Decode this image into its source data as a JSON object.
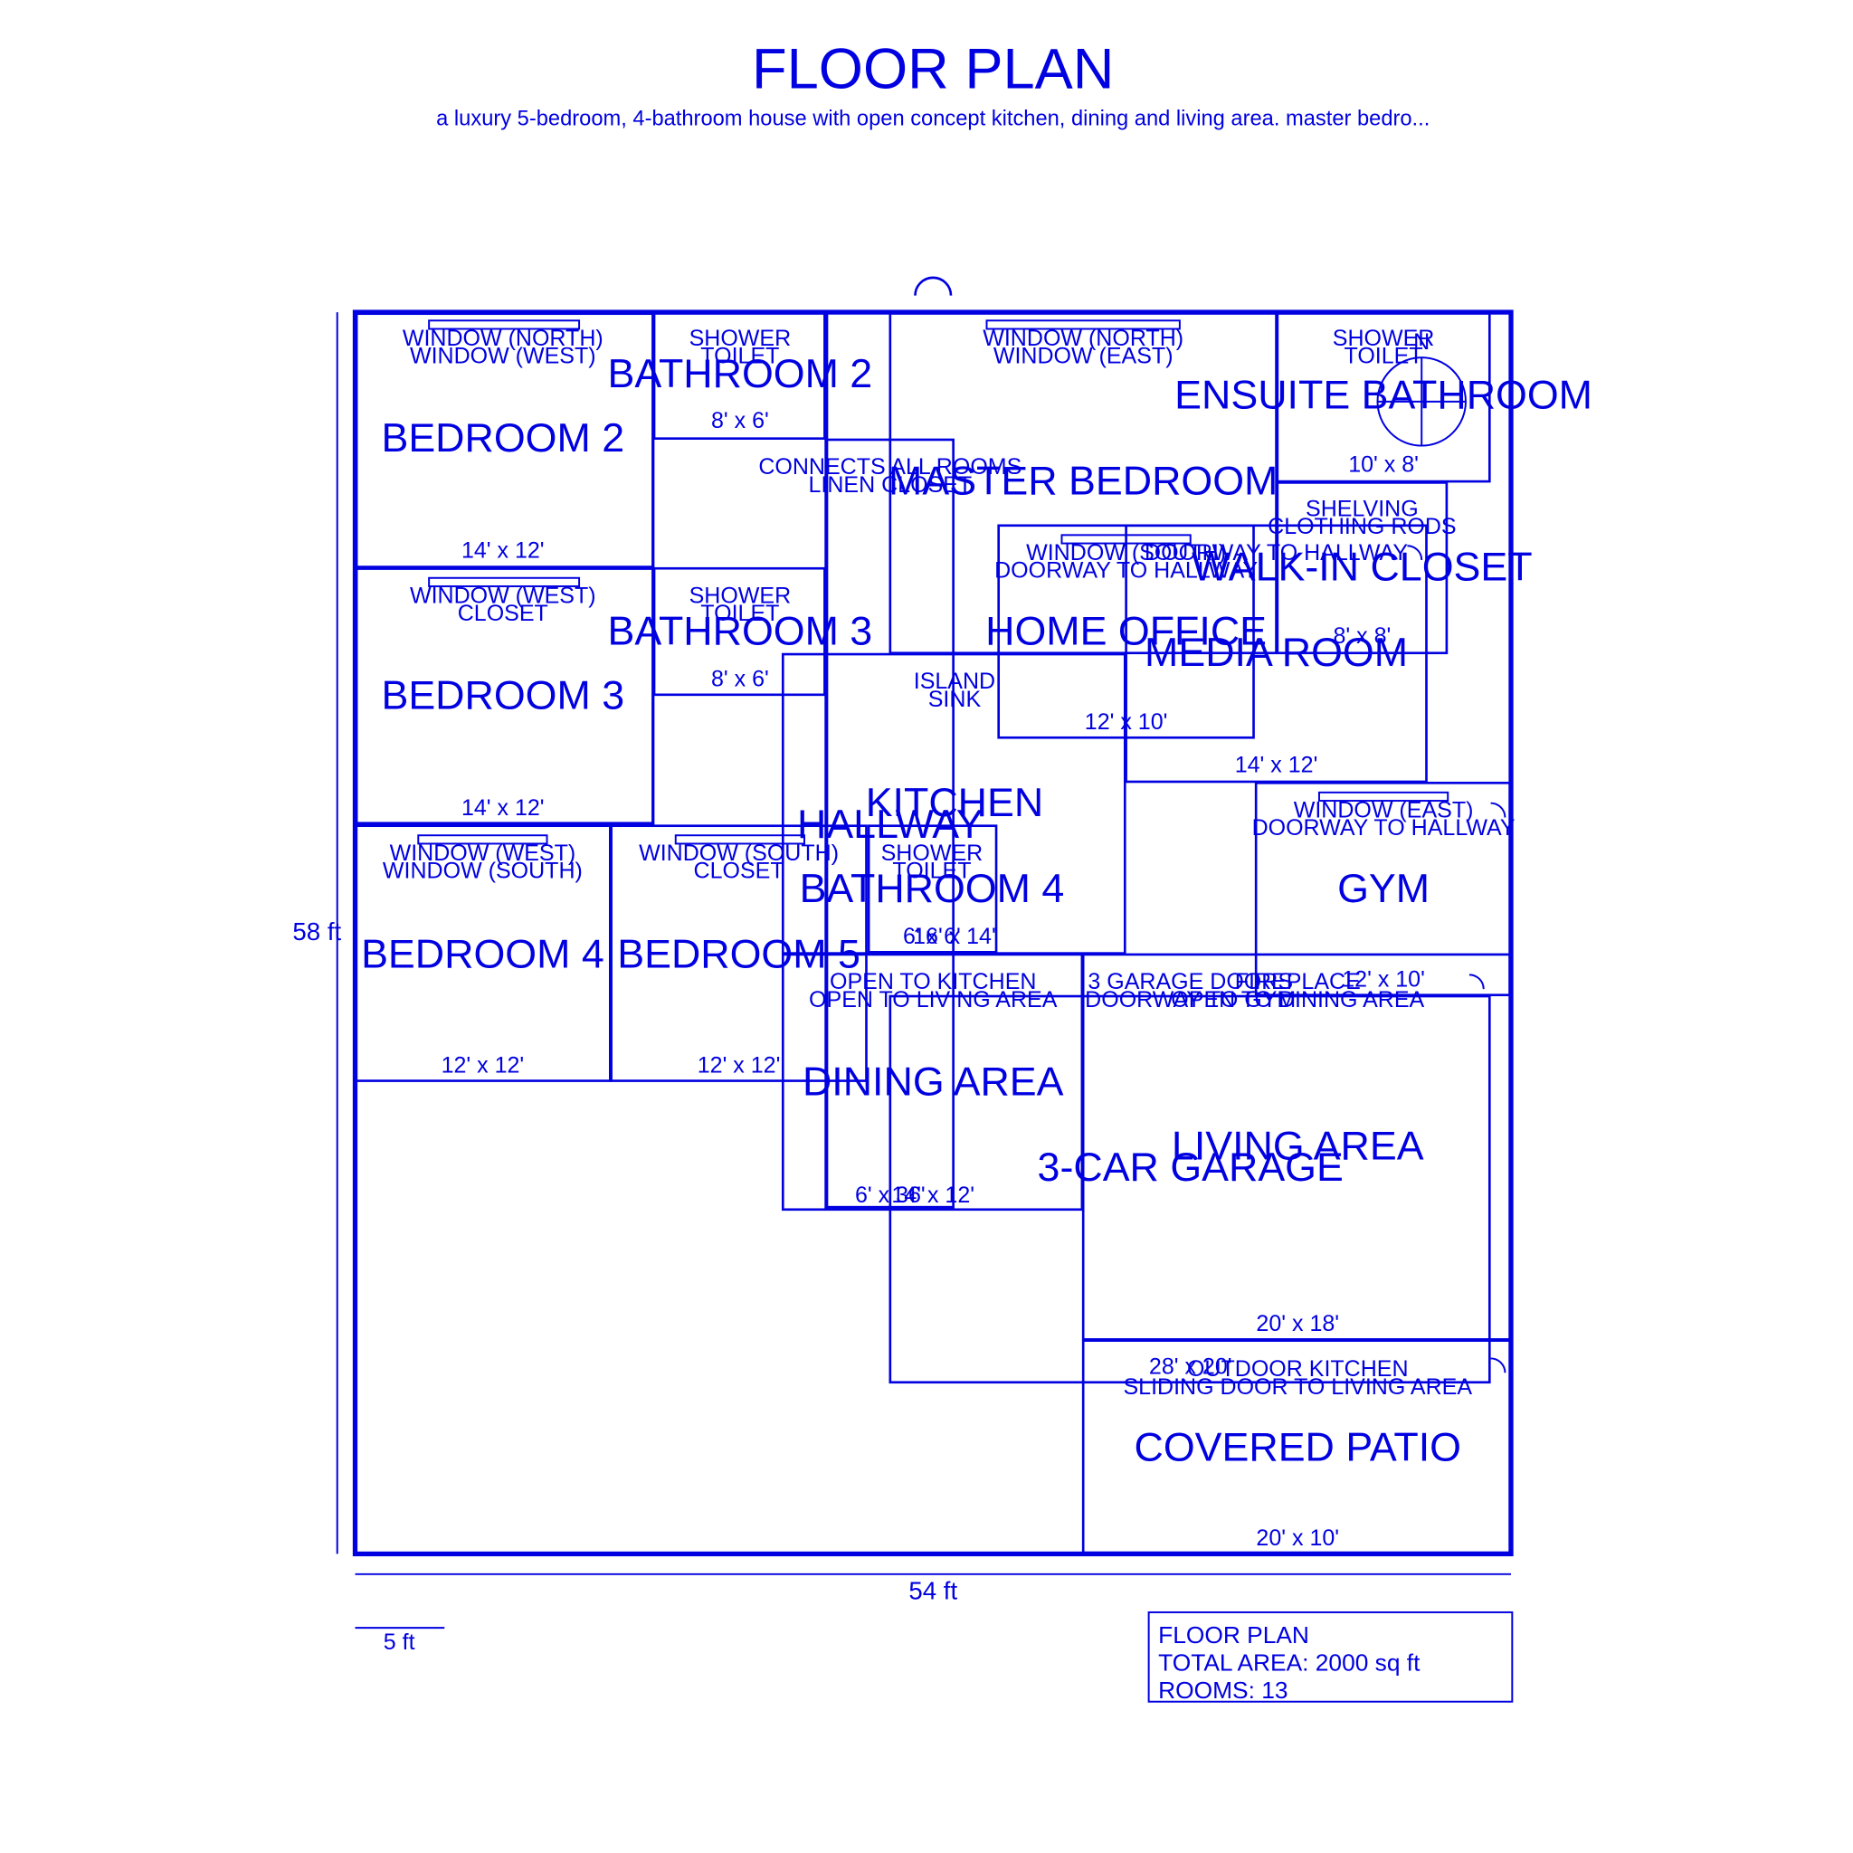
{
  "header": {
    "title": "FLOOR PLAN",
    "subtitle": "a luxury 5-bedroom, 4-bathroom house with open concept kitchen, dining and living area. master bedro..."
  },
  "dimensions": {
    "width_label": "54 ft",
    "height_label": "58 ft",
    "scale_label": "5 ft"
  },
  "compass": {
    "north_label": "N"
  },
  "rooms": [
    {
      "id": "bedroom-2",
      "name": "BEDROOM 2",
      "size": "14' x 12'",
      "features": [
        "WINDOW (NORTH)",
        "WINDOW (WEST)"
      ]
    },
    {
      "id": "bathroom-2",
      "name": "BATHROOM 2",
      "size": "8' x 6'",
      "features": [
        "SHOWER",
        "TOILET"
      ]
    },
    {
      "id": "master-bedroom",
      "name": "MASTER BEDROOM",
      "size": "",
      "features": [
        "WINDOW (NORTH)",
        "WINDOW (EAST)"
      ]
    },
    {
      "id": "ensuite-bathroom",
      "name": "ENSUITE BATHROOM",
      "size": "10' x 8'",
      "features": [
        "SHOWER",
        "TOILET"
      ]
    },
    {
      "id": "hallway",
      "name": "HALLWAY",
      "size": "6' x 36'",
      "features": [
        "CONNECTS ALL ROOMS",
        "LINEN CLOSET"
      ]
    },
    {
      "id": "walk-in-closet",
      "name": "WALK-IN CLOSET",
      "size": "8' x 8'",
      "features": [
        "SHELVING",
        "CLOTHING RODS"
      ]
    },
    {
      "id": "home-office",
      "name": "HOME OFFICE",
      "size": "12' x 10'",
      "features": [
        "WINDOW (SOUTH)",
        "DOORWAY TO HALLWAY"
      ]
    },
    {
      "id": "media-room",
      "name": "MEDIA ROOM",
      "size": "14' x 12'",
      "features": [
        "DOORWAY TO HALLWAY"
      ]
    },
    {
      "id": "bedroom-3",
      "name": "BEDROOM 3",
      "size": "14' x 12'",
      "features": [
        "WINDOW (WEST)",
        "CLOSET"
      ]
    },
    {
      "id": "bathroom-3",
      "name": "BATHROOM 3",
      "size": "8' x 6'",
      "features": [
        "SHOWER",
        "TOILET"
      ]
    },
    {
      "id": "kitchen",
      "name": "KITCHEN",
      "size": "16' x 14'",
      "features": [
        "ISLAND",
        "SINK"
      ]
    },
    {
      "id": "gym",
      "name": "GYM",
      "size": "12' x 10'",
      "features": [
        "WINDOW (EAST)",
        "DOORWAY TO HALLWAY"
      ]
    },
    {
      "id": "bedroom-4",
      "name": "BEDROOM 4",
      "size": "12' x 12'",
      "features": [
        "WINDOW (WEST)",
        "WINDOW (SOUTH)"
      ]
    },
    {
      "id": "bedroom-5",
      "name": "BEDROOM 5",
      "size": "12' x 12'",
      "features": [
        "WINDOW (SOUTH)",
        "CLOSET"
      ]
    },
    {
      "id": "bathroom-4",
      "name": "BATHROOM 4",
      "size": "6' x 6'",
      "features": [
        "SHOWER",
        "TOILET"
      ]
    },
    {
      "id": "dining-area",
      "name": "DINING AREA",
      "size": "14' x 12'",
      "features": [
        "OPEN TO KITCHEN",
        "OPEN TO LIVING AREA"
      ]
    },
    {
      "id": "living-area",
      "name": "LIVING AREA",
      "size": "20' x 18'",
      "features": [
        "FIREPLACE",
        "OPEN TO DINING AREA"
      ]
    },
    {
      "id": "3-car-garage",
      "name": "3-CAR GARAGE",
      "size": "28' x 20'",
      "features": [
        "3 GARAGE DOORS",
        "DOORWAY TO GYM"
      ]
    },
    {
      "id": "covered-patio",
      "name": "COVERED PATIO",
      "size": "20' x 10'",
      "features": [
        "OUTDOOR KITCHEN",
        "SLIDING DOOR TO LIVING AREA"
      ]
    }
  ],
  "info_box": {
    "title": "FLOOR PLAN",
    "total_area": "TOTAL AREA: 2000 sq ft",
    "rooms": "ROOMS: 13"
  }
}
